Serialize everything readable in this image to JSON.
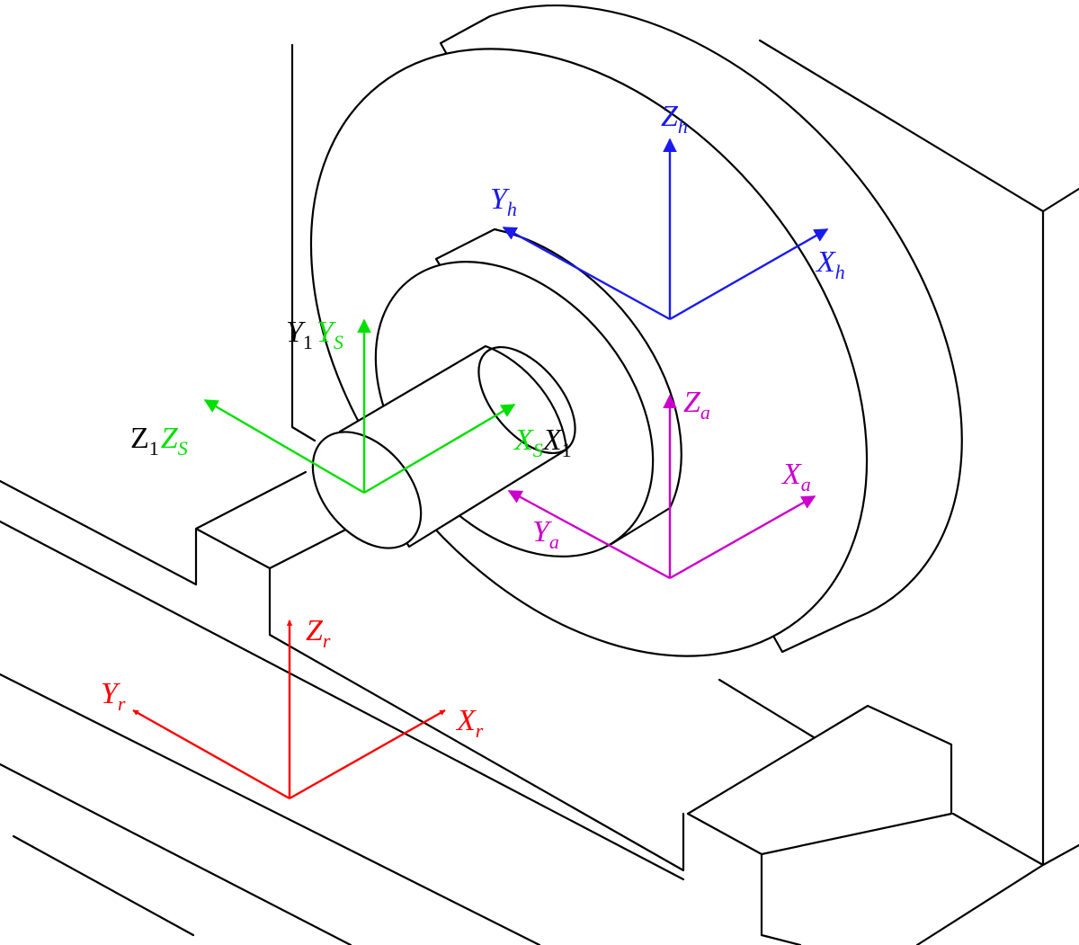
{
  "frames": {
    "red": {
      "color": "#ff0000",
      "x": "X",
      "x_sub": "r",
      "y": "Y",
      "y_sub": "r",
      "z": "Z",
      "z_sub": "r"
    },
    "magenta": {
      "color": "#cc00cc",
      "x": "X",
      "x_sub": "a",
      "y": "Y",
      "y_sub": "a",
      "z": "Z",
      "z_sub": "a"
    },
    "blue": {
      "color": "#1a1aee",
      "x": "X",
      "x_sub": "h",
      "y": "Y",
      "y_sub": "h",
      "z": "Z",
      "z_sub": "h"
    },
    "green": {
      "color": "#00e000",
      "x": "X",
      "x_sub": "S",
      "y": "Y",
      "y_sub": "S",
      "z": "Z",
      "z_sub": "S"
    },
    "black": {
      "color": "#000000",
      "x": "X",
      "x_sub": "1",
      "y": "Y",
      "y_sub": "1",
      "z": "Z",
      "z_sub": "1"
    }
  }
}
